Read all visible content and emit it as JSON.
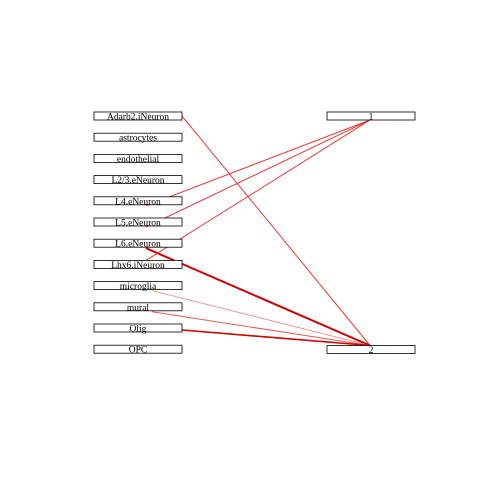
{
  "diagram": {
    "left_nodes": [
      {
        "id": "adarb2",
        "label": "Adarb2.iNeuron"
      },
      {
        "id": "astro",
        "label": "astrocytes"
      },
      {
        "id": "endo",
        "label": "endothelial"
      },
      {
        "id": "l23",
        "label": "L2/3.eNeuron"
      },
      {
        "id": "l4",
        "label": "L4.eNeuron"
      },
      {
        "id": "l5",
        "label": "L5.eNeuron"
      },
      {
        "id": "l6",
        "label": "L6.eNeuron"
      },
      {
        "id": "lhx6",
        "label": "Lhx6.iNeuron"
      },
      {
        "id": "micro",
        "label": "microglia"
      },
      {
        "id": "mural",
        "label": "mural"
      },
      {
        "id": "olig",
        "label": "Olig"
      },
      {
        "id": "opc",
        "label": "OPC"
      }
    ],
    "right_nodes": [
      {
        "id": "c1",
        "label": "1"
      },
      {
        "id": "c2",
        "label": "2"
      }
    ],
    "edges": [
      {
        "from": "adarb2",
        "to": "c2",
        "weight": 1.0,
        "color": "#e53935"
      },
      {
        "from": "l4",
        "to": "c1",
        "weight": 1.0,
        "color": "#e53935"
      },
      {
        "from": "l5",
        "to": "c1",
        "weight": 1.0,
        "color": "#e53935"
      },
      {
        "from": "l6",
        "to": "c2",
        "weight": 2.0,
        "color": "#cc0000"
      },
      {
        "from": "lhx6",
        "to": "c1",
        "weight": 1.0,
        "color": "#e53935"
      },
      {
        "from": "micro",
        "to": "c2",
        "weight": 0.8,
        "color": "#f28080"
      },
      {
        "from": "mural",
        "to": "c2",
        "weight": 1.0,
        "color": "#e85a5a"
      },
      {
        "from": "olig",
        "to": "c2",
        "weight": 1.6,
        "color": "#cc0000"
      }
    ]
  }
}
